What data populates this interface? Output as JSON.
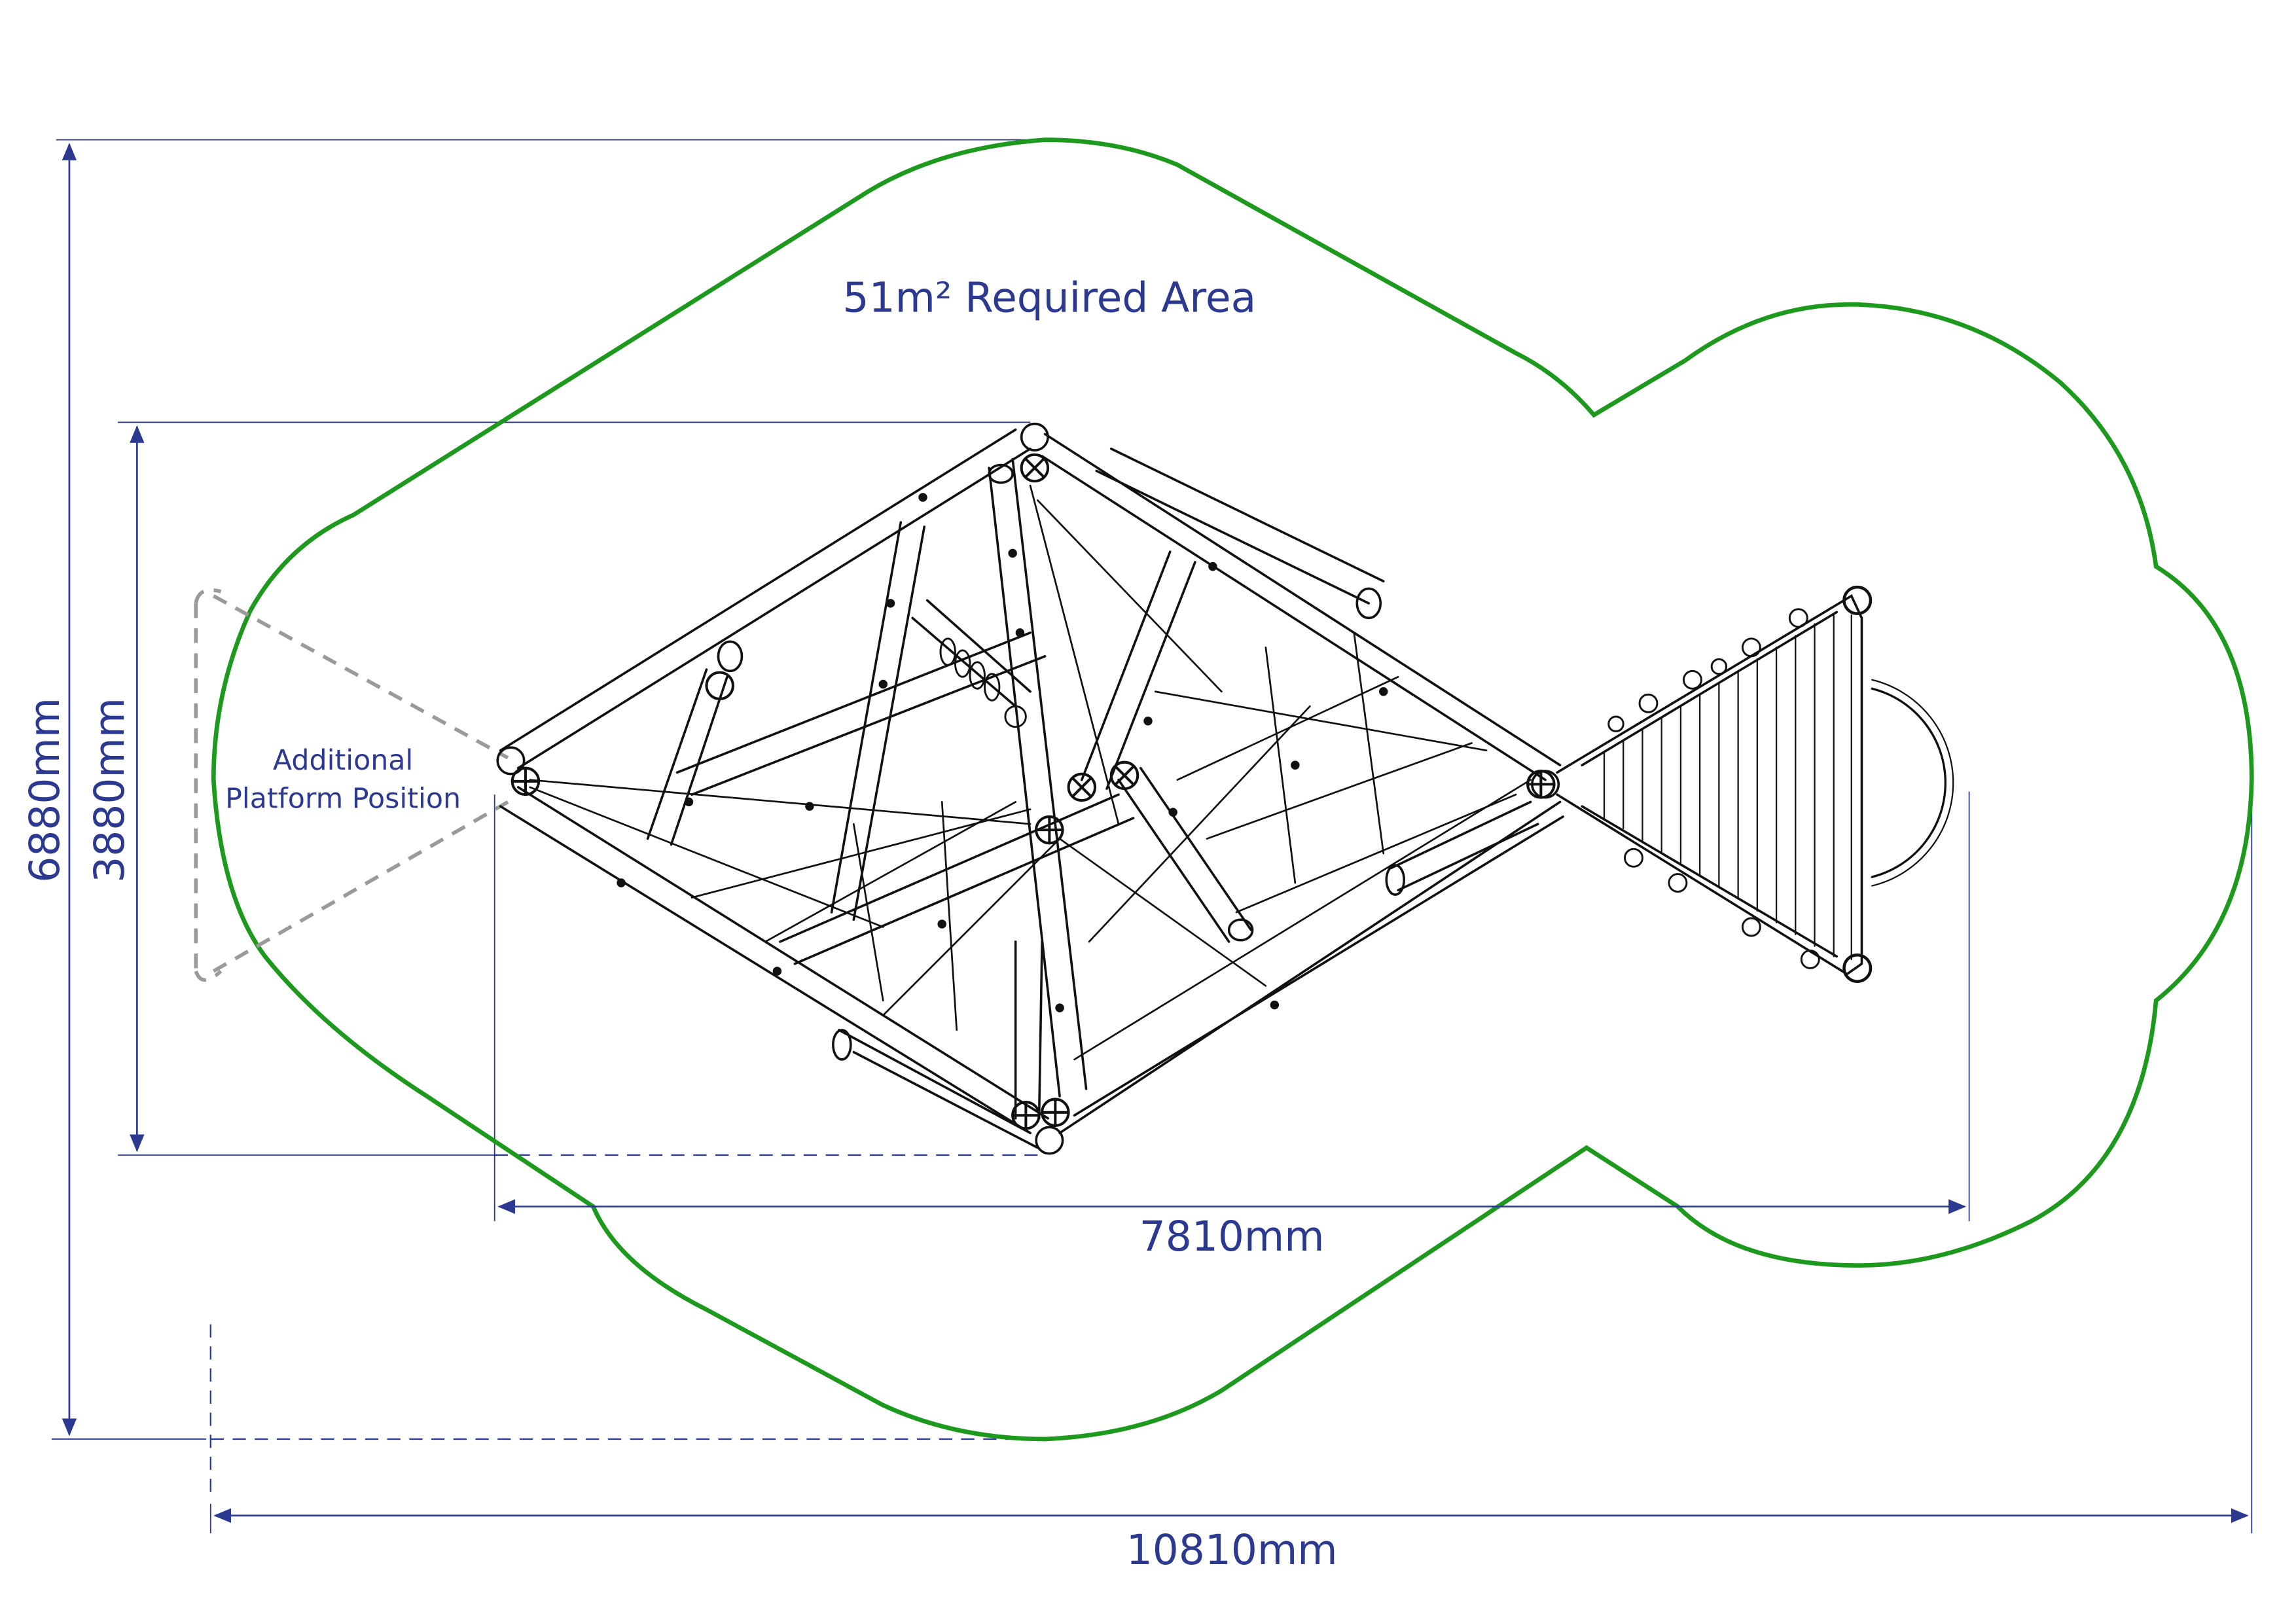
{
  "labels": {
    "required_area": "51m² Required Area",
    "additional_line1": "Additional",
    "additional_line2": "Platform Position"
  },
  "dimensions": {
    "overall_height": "6880mm",
    "structure_height": "3880mm",
    "structure_width": "7810mm",
    "overall_width": "10810mm"
  },
  "colors": {
    "required_area_outline": "#1d9a1d",
    "dimension_lines": "#2b3990",
    "structure": "#111111",
    "additional_platform": "#9a9a9a"
  }
}
